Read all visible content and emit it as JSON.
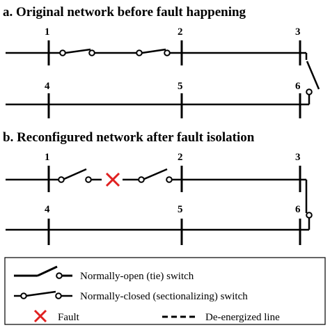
{
  "panel_a": {
    "title": "a. Original network before fault happening",
    "node_labels": [
      "1",
      "2",
      "3",
      "4",
      "5",
      "6"
    ]
  },
  "panel_b": {
    "title": "b. Reconfigured network after fault isolation",
    "node_labels": [
      "1",
      "2",
      "3",
      "4",
      "5",
      "6"
    ]
  },
  "legend": {
    "normally_open": "Normally-open (tie) switch",
    "normally_closed": "Normally-closed (sectionalizing) switch",
    "fault": "Fault",
    "deenergized": "De-energized line"
  },
  "colors": {
    "line": "#000000",
    "fault": "#e02020"
  }
}
